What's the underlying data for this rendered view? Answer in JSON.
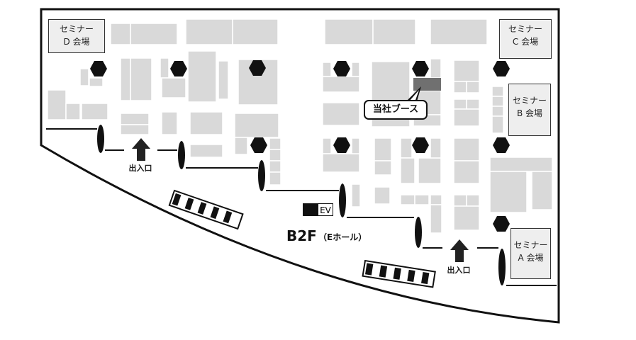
{
  "map": {
    "floor": "B2F",
    "hall": "（Eホール）",
    "our_booth": "当社ブース",
    "elevator": "EV",
    "entrances": [
      "出入口",
      "出入口"
    ],
    "seminar_rooms": [
      {
        "line1": "セミナー",
        "line2": "D 会場"
      },
      {
        "line1": "セミナー",
        "line2": "C 会場"
      },
      {
        "line1": "セミナー",
        "line2": "B 会場"
      },
      {
        "line1": "セミナー",
        "line2": "A 会場"
      }
    ],
    "colors": {
      "booth": "#d9d9d9",
      "our_booth": "#707070",
      "pillar": "#111111",
      "outline": "#111111"
    }
  }
}
